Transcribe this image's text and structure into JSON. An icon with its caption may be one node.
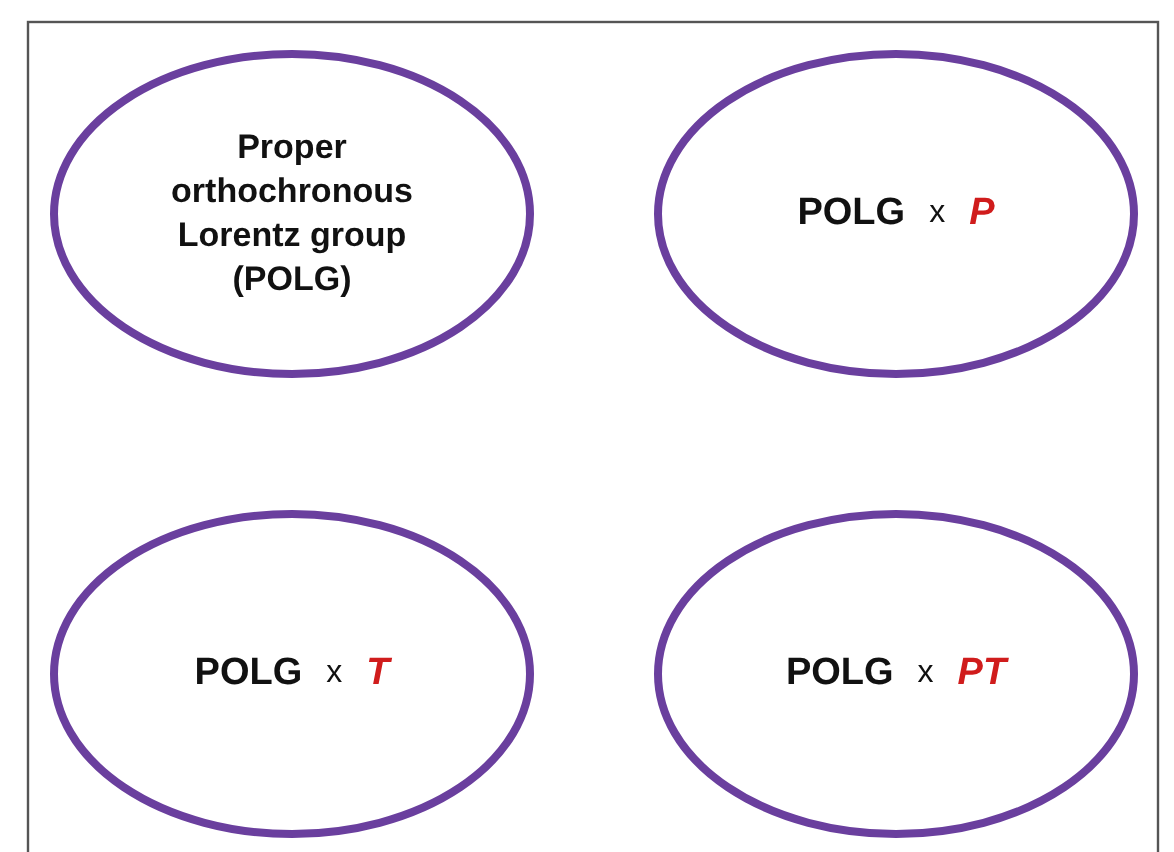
{
  "diagram": {
    "nodes": [
      {
        "text": [
          "Proper orthochronous Lorentz group (POLG)"
        ]
      },
      {
        "text": [
          "POLG",
          "x",
          "P"
        ]
      },
      {
        "text": [
          "POLG",
          "x",
          "T"
        ]
      },
      {
        "text": [
          "POLG",
          "x",
          "PT"
        ]
      }
    ]
  }
}
